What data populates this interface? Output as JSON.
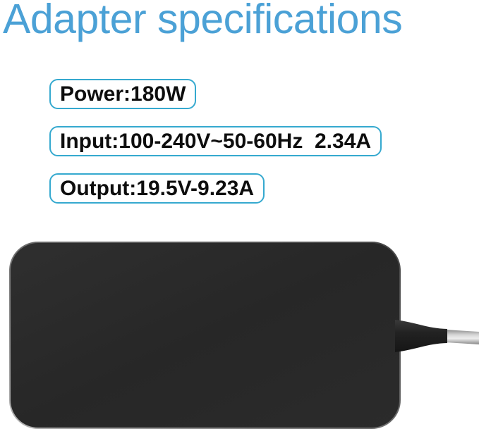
{
  "title": {
    "text": "Adapter specifications"
  },
  "specs": {
    "items": [
      {
        "label": "Power:",
        "value": "180W"
      },
      {
        "label": "Input:",
        "value": "100-240V~50-60Hz  2.34A"
      },
      {
        "label": "Output:",
        "value": "19.5V-9.23A"
      }
    ]
  },
  "theme": {
    "background": "#ffffff",
    "accent_blue": "#4ba1d6",
    "box_border_blue": "#35a9cf",
    "text_black": "#0d0d0d",
    "adapter_body": "#282828",
    "cable_gray": "#c9c9c9"
  }
}
